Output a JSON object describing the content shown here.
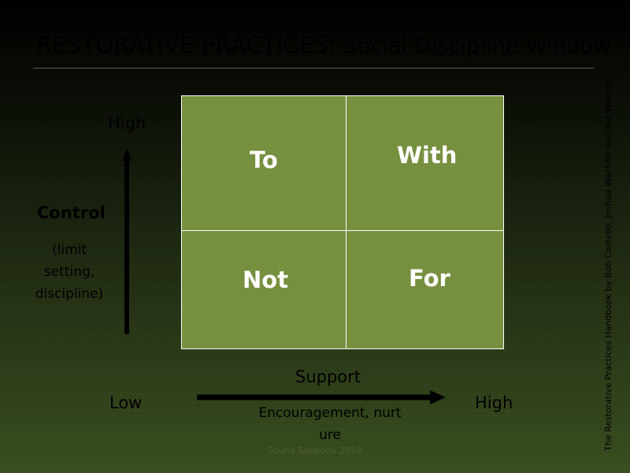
{
  "title": {
    "main": "RESTORATIVE PRACTICES:",
    "sub": "Social Discipline Window"
  },
  "y_axis": {
    "high": "High",
    "label": "Control",
    "description": "(limit setting, discipline)"
  },
  "x_axis": {
    "low": "Low",
    "label": "Support",
    "description": "Encouragement, nurture",
    "high": "High"
  },
  "quadrants": {
    "top_left": "To",
    "top_right": "With",
    "bottom_left": "Not",
    "bottom_right": "For"
  },
  "citation": "The Restorative Practices Handbook  by Bob Costello, Joshua Wachtel and Ted Wachtel",
  "watermark": "Sound Supports 2018",
  "colors": {
    "cell_fill": "#76903f",
    "cell_text": "#ffffff",
    "arrow": "#000000"
  }
}
